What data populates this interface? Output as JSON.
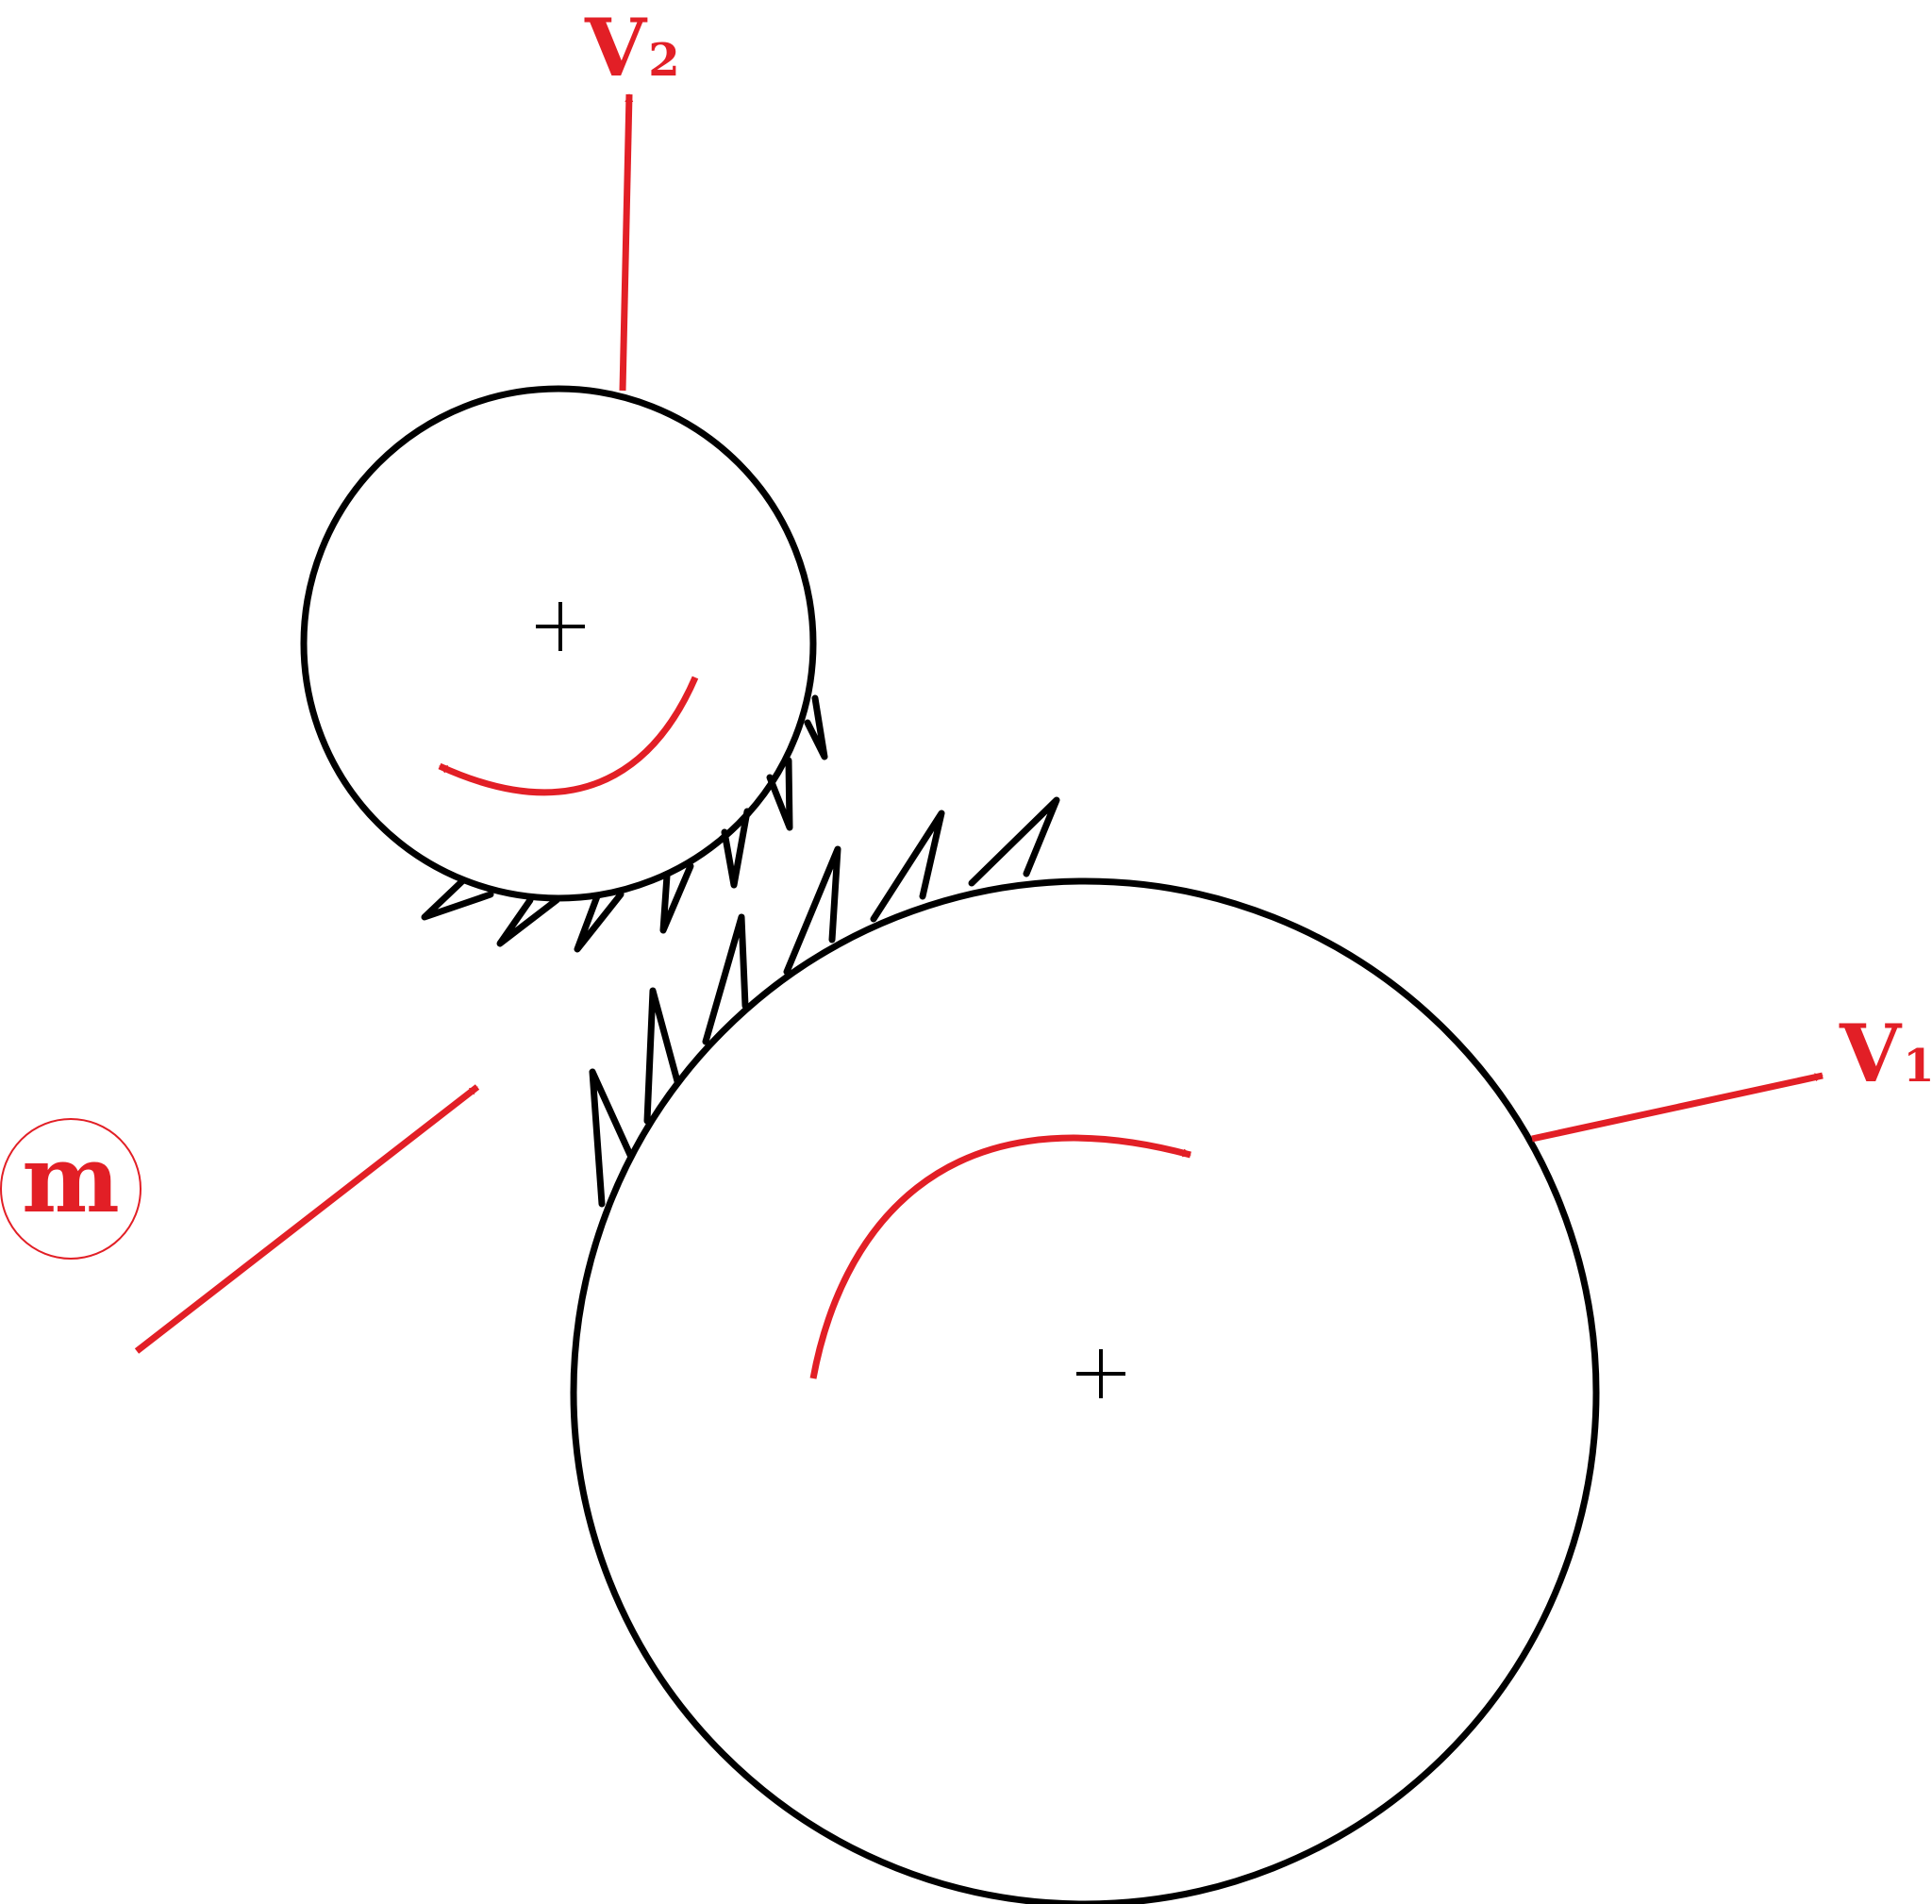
{
  "labels": {
    "v1_main": "V",
    "v1_sub": "1",
    "v2_main": "V",
    "v2_sub": "2",
    "m": "m"
  },
  "colors": {
    "accent": "#e21f26",
    "outline": "#000000",
    "background": "#ffffff"
  }
}
